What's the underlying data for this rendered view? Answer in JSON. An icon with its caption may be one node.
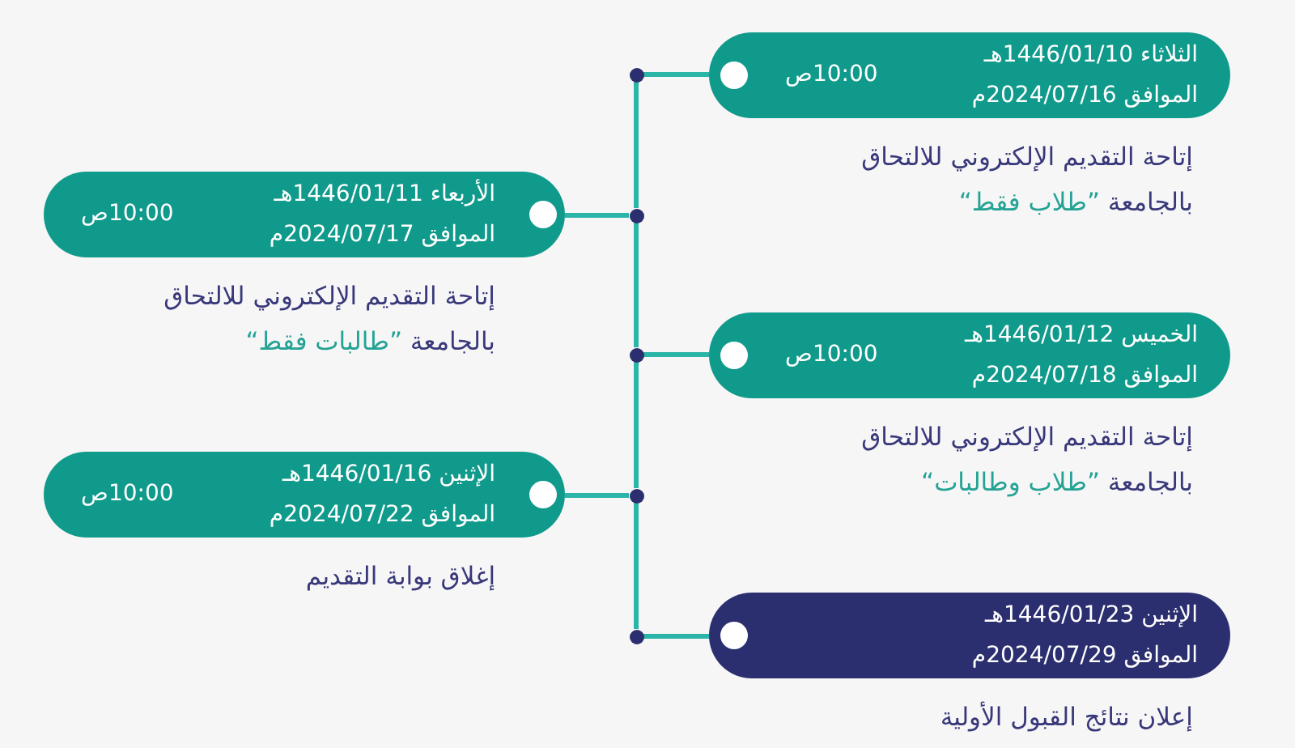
{
  "diagram": {
    "nodes": [
      {
        "text": [
          "الثلاثاء 1446/01/10هـ",
          "الموافق 2024/07/16م",
          "10:00ص"
        ],
        "beside": [
          "إتاحة التقديم الإلكتروني للالتحاق بالجامعة",
          "”طلاب فقط“"
        ]
      },
      {
        "text": [
          "الأربعاء 1446/01/11هـ",
          "الموافق 2024/07/17م",
          "10:00ص"
        ],
        "beside": [
          "إتاحة التقديم الإلكتروني للالتحاق بالجامعة",
          "”طالبات فقط“"
        ]
      },
      {
        "text": [
          "الخميس 1446/01/12هـ",
          "الموافق 2024/07/18م",
          "10:00ص"
        ],
        "beside": [
          "إتاحة التقديم الإلكتروني للالتحاق بالجامعة",
          "”طلاب وطالبات“"
        ]
      },
      {
        "text": [
          "الإثنين 1446/01/16هـ",
          "الموافق 2024/07/22م",
          "10:00ص"
        ],
        "beside": [
          "إغلاق بوابة التقديم"
        ]
      },
      {
        "text": [
          "الإثنين 1446/01/23هـ",
          "الموافق 2024/07/29م"
        ],
        "beside": [
          "إعلان نتائج القبول الأولية"
        ]
      },
      {
        "text": [],
        "shape": "circle"
      },
      {
        "text": [],
        "shape": "circle"
      },
      {
        "text": [],
        "shape": "circle"
      },
      {
        "text": [],
        "shape": "circle"
      },
      {
        "text": [],
        "shape": "circle"
      }
    ],
    "edges": [
      {
        "from": 5,
        "to": 0,
        "arrow": "none"
      },
      {
        "from": 5,
        "to": 6,
        "arrow": "none"
      },
      {
        "from": 6,
        "to": 1,
        "arrow": "none"
      },
      {
        "from": 6,
        "to": 7,
        "arrow": "none"
      },
      {
        "from": 7,
        "to": 2,
        "arrow": "none"
      },
      {
        "from": 7,
        "to": 8,
        "arrow": "none"
      },
      {
        "from": 8,
        "to": 3,
        "arrow": "none"
      },
      {
        "from": 8,
        "to": 9,
        "arrow": "none"
      },
      {
        "from": 9,
        "to": 4,
        "arrow": "none"
      }
    ]
  }
}
